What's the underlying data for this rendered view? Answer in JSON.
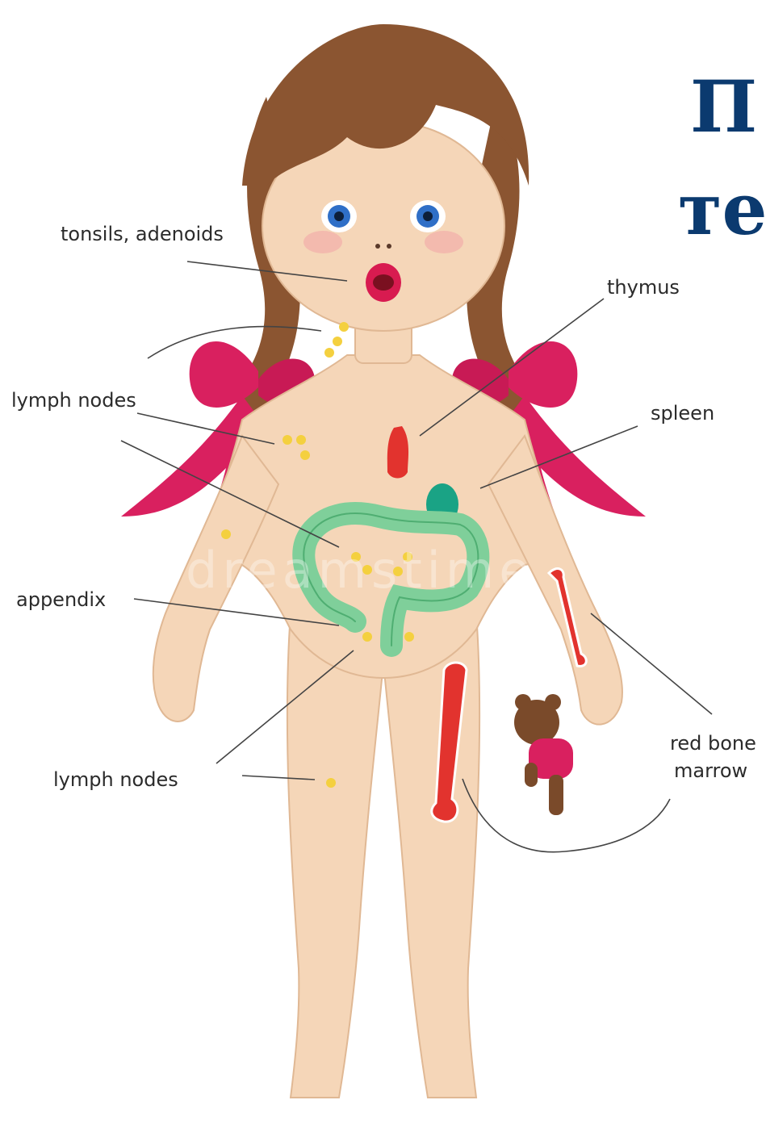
{
  "title_lines": [
    "П",
    "те"
  ],
  "labels": {
    "tonsils": "tonsils, adenoids",
    "thymus": "thymus",
    "lymph_upper": "lymph nodes",
    "spleen": "spleen",
    "appendix": "appendix",
    "lymph_lower": "lymph nodes",
    "marrow_line1": "red bone",
    "marrow_line2": "marrow"
  },
  "watermark": "dreamstime",
  "colors": {
    "title": "#0b3a6f",
    "skin": "#f5d6b8",
    "hair": "#8b5531",
    "bow": "#d9205f",
    "organ_red": "#e2332e",
    "intestine": "#7fcf9a",
    "spleen": "#1aa385",
    "lymph_node": "#f4d03f",
    "label_line": "#444444"
  }
}
